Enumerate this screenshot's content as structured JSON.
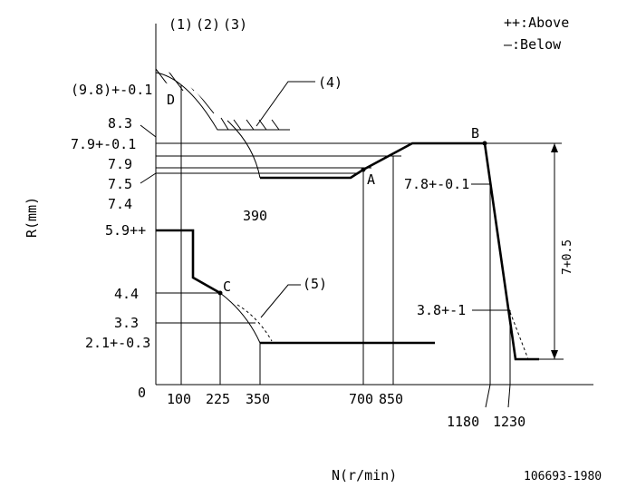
{
  "legend": {
    "above": "++:Above",
    "below": "—:Below"
  },
  "axes": {
    "y_label": "R(mm)",
    "x_label": "N(r/min)",
    "origin": "0"
  },
  "drawing_code": "106693-1980",
  "refs": {
    "r1": "(1)",
    "r2": "(2)",
    "r3": "(3)",
    "r4": "(4)",
    "r5": "(5)"
  },
  "points": {
    "a": "A",
    "b": "B",
    "c": "C",
    "d": "D"
  },
  "y_labels": {
    "l98": "(9.8)+-0.1",
    "l83": "8.3",
    "l79t": "7.9+-0.1",
    "l79": "7.9",
    "l75": "7.5",
    "l74": "7.4",
    "l59": "5.9++",
    "l44": "4.4",
    "l33": "3.3",
    "l21": "2.1+-0.3"
  },
  "x_labels": {
    "n100": "100",
    "n225": "225",
    "n350": "350",
    "n700": "700",
    "n850": "850",
    "n1180": "1180",
    "n1230": "1230",
    "n390": "390"
  },
  "right_labels": {
    "l78": "7.8+-0.1",
    "l38": "3.8+-1",
    "stroke": "7+0.5"
  }
}
